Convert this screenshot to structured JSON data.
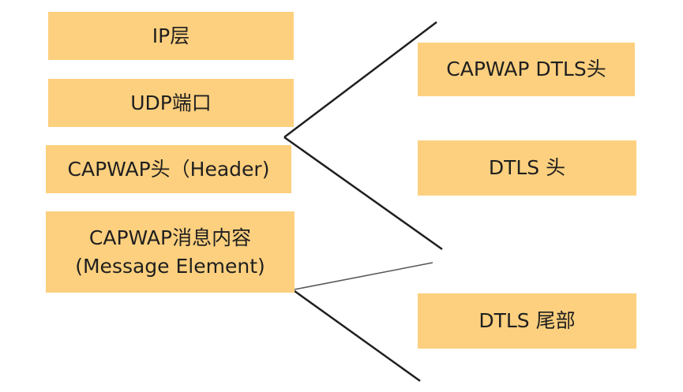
{
  "left_boxes": {
    "ip_layer": "IP层",
    "udp_port": "UDP端口",
    "capwap_header": "CAPWAP头（Header)",
    "message_line1": "CAPWAP消息内容",
    "message_line2": "(Message Element)"
  },
  "right_boxes": {
    "dtls_capwap_header": "CAPWAP DTLS头",
    "dtls_header": "DTLS 头",
    "dtls_trailer": "DTLS 尾部"
  },
  "colors": {
    "box_fill": "#fdd07f",
    "line": "#1f1f1f"
  }
}
